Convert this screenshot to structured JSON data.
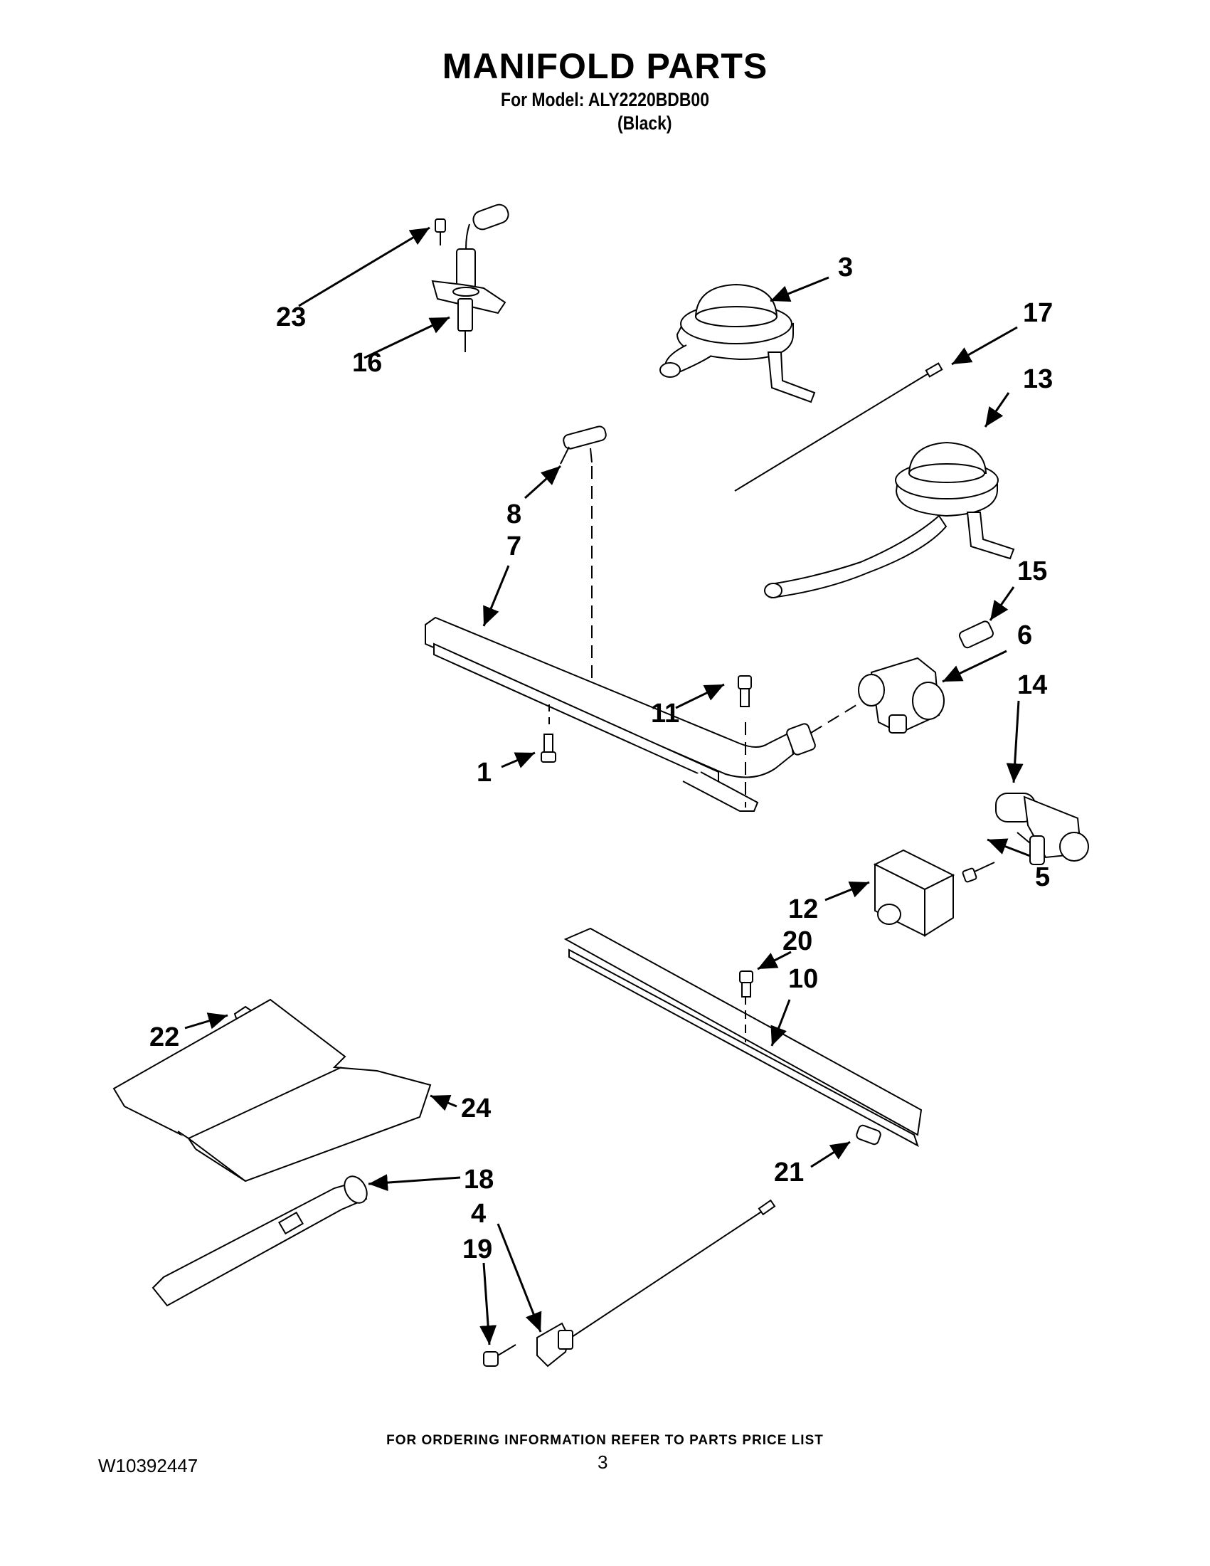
{
  "header": {
    "title": "MANIFOLD PARTS",
    "model_line": "For Model: ALY2220BDB00",
    "color_line": "(Black)"
  },
  "callouts": [
    "1",
    "3",
    "4",
    "5",
    "6",
    "7",
    "8",
    "10",
    "11",
    "12",
    "13",
    "14",
    "15",
    "16",
    "17",
    "18",
    "19",
    "20",
    "21",
    "22",
    "23",
    "24"
  ],
  "footer": {
    "ordering_note": "FOR ORDERING INFORMATION REFER TO PARTS PRICE LIST",
    "document_number": "W10392447",
    "page_number": "3"
  }
}
